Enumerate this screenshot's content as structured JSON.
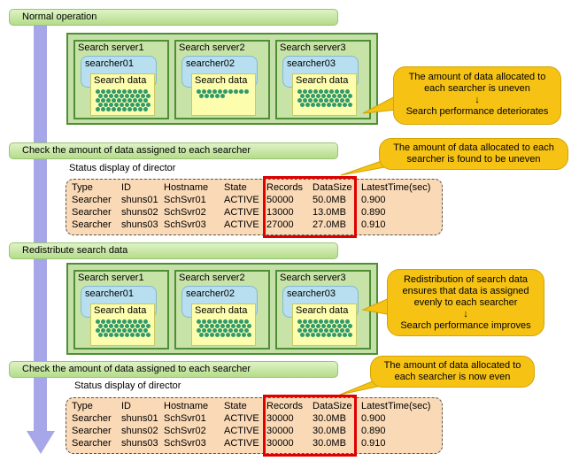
{
  "stages": [
    {
      "label": "Normal operation"
    },
    {
      "label": "Check the amount of data assigned to each searcher"
    },
    {
      "label": "Redistribute search data"
    },
    {
      "label": "Check the amount of data assigned to each searcher"
    }
  ],
  "groups": [
    {
      "servers": [
        {
          "title": "Search server1",
          "searcher": "searcher01",
          "data_label": "Search data",
          "dot_rows": 5
        },
        {
          "title": "Search server2",
          "searcher": "searcher02",
          "data_label": "Search data",
          "dot_rows": 2
        },
        {
          "title": "Search server3",
          "searcher": "searcher03",
          "data_label": "Search data",
          "dot_rows": 4
        }
      ]
    },
    {
      "servers": [
        {
          "title": "Search server1",
          "searcher": "searcher01",
          "data_label": "Search data",
          "dot_rows": 4
        },
        {
          "title": "Search server2",
          "searcher": "searcher02",
          "data_label": "Search data",
          "dot_rows": 4
        },
        {
          "title": "Search server3",
          "searcher": "searcher03",
          "data_label": "Search data",
          "dot_rows": 4
        }
      ]
    }
  ],
  "callouts": [
    {
      "lines": [
        "The amount of data allocated to",
        "each searcher is uneven",
        "↓",
        "Search performance deteriorates"
      ]
    },
    {
      "lines": [
        "The amount of data allocated to each",
        "searcher is found to be uneven"
      ]
    },
    {
      "lines": [
        "Redistribution of search data",
        "ensures that data is assigned",
        "evenly to each searcher",
        "↓",
        "Search performance improves"
      ]
    },
    {
      "lines": [
        "The amount of data allocated to",
        "each searcher is now even"
      ]
    }
  ],
  "tables": [
    {
      "caption": "Status display of director",
      "headers": [
        "Type",
        "ID",
        "Hostname",
        "State",
        "Records",
        "DataSize",
        "LatestTime(sec)"
      ],
      "rows": [
        [
          "Searcher",
          "shuns01",
          "SchSvr01",
          "ACTIVE",
          "50000",
          "50.0MB",
          "0.900"
        ],
        [
          "Searcher",
          "shuns02",
          "SchSvr02",
          "ACTIVE",
          "13000",
          "13.0MB",
          "0.890"
        ],
        [
          "Searcher",
          "shuns03",
          "SchSvr03",
          "ACTIVE",
          "27000",
          "27.0MB",
          "0.910"
        ]
      ]
    },
    {
      "caption": "Status display of director",
      "headers": [
        "Type",
        "ID",
        "Hostname",
        "State",
        "Records",
        "DataSize",
        "LatestTime(sec)"
      ],
      "rows": [
        [
          "Searcher",
          "shuns01",
          "SchSvr01",
          "ACTIVE",
          "30000",
          "30.0MB",
          "0.900"
        ],
        [
          "Searcher",
          "shuns02",
          "SchSvr02",
          "ACTIVE",
          "30000",
          "30.0MB",
          "0.890"
        ],
        [
          "Searcher",
          "shuns03",
          "SchSvr03",
          "ACTIVE",
          "30000",
          "30.0MB",
          "0.910"
        ]
      ]
    }
  ],
  "colors": {
    "arrow": "#a6a6e8",
    "server_border": "#4e8f34",
    "searcher": "#b8dfef",
    "search_data": "#fdfdae",
    "data_dot": "#2f9a6d",
    "callout": "#f6c315",
    "table_bg": "#fad9b6",
    "highlight": "#e00000"
  }
}
